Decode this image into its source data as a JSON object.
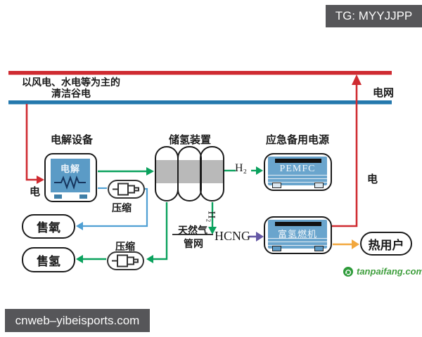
{
  "watermarks": {
    "tg_badge": "TG: MYYJJPP",
    "site_badge": "cnweb–yibeisports.com",
    "logo_text": "tanpaifang.com"
  },
  "grid": {
    "source_label_line1": "以风电、水电等为主的",
    "source_label_line2": "清洁谷电",
    "grid_label": "电网"
  },
  "nodes": {
    "electrolysis": {
      "title": "电解设备",
      "inner_label": "电解"
    },
    "storage": {
      "title": "储氢装置"
    },
    "backup_power": {
      "title": "应急备用电源",
      "device_label": "PEMFC"
    },
    "turbine": {
      "device_label": "富氢燃机"
    },
    "sell_oxygen": "售氧",
    "sell_hydrogen": "售氢",
    "heat_user": "热用户",
    "compressor1_label": "压缩",
    "compressor2_label": "压缩"
  },
  "flows": {
    "electricity_in": "电",
    "electricity_out": "电",
    "h2_to_pemfc": "H₂",
    "h2_to_pipeline": "H₂",
    "hcng": "HCNG",
    "natural_gas_line1": "天然气",
    "natural_gas_line2": "管网"
  },
  "colors": {
    "grid-red": "#cf2b31",
    "grid-blue": "#2478ad",
    "flow-green": "#0aa15d",
    "flow-blue": "#4f9fd3",
    "flow-purple": "#6458a5",
    "flow-orange": "#f2a73d",
    "device-blue": "#6aa5cd",
    "electrolyzer-blue": "#5b9bc6",
    "storage-gray": "#b9b9b9",
    "badge-bg": "#565659",
    "logo-green": "#3f9f3d"
  }
}
